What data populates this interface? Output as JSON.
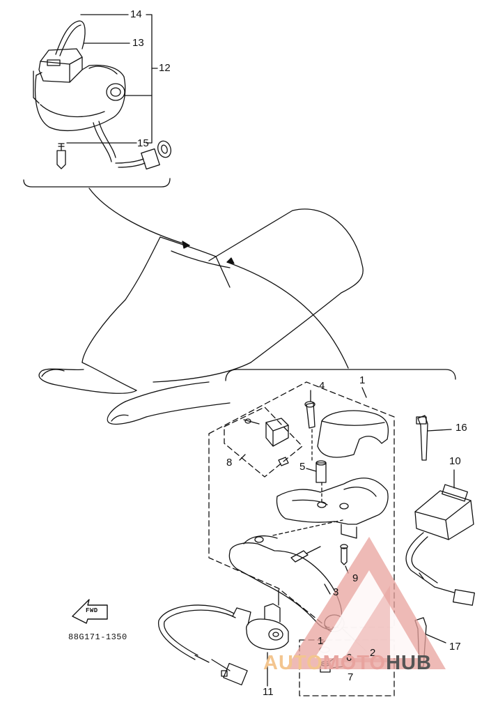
{
  "diagram": {
    "part_numbers": {
      "p1": "1",
      "p1b": "1",
      "p2": "2",
      "p3": "3",
      "p4": "4",
      "p5": "5",
      "p6": "6",
      "p7": "7",
      "p8": "8",
      "p9": "9",
      "p10": "10",
      "p11": "11",
      "p12": "12",
      "p13": "13",
      "p14": "14",
      "p15": "15",
      "p16": "16",
      "p17": "17"
    },
    "drawing_code": "88G171-1350",
    "fwd_label": "FWD"
  },
  "watermark": {
    "text_part1": "AUTO",
    "text_part2": "MOTO",
    "text_part3": "HUB",
    "color_primary": "#e8a39e",
    "color_secondary": "#f3c58f",
    "color_dark": "#555555"
  },
  "colors": {
    "line": "#111111",
    "background": "#ffffff"
  }
}
